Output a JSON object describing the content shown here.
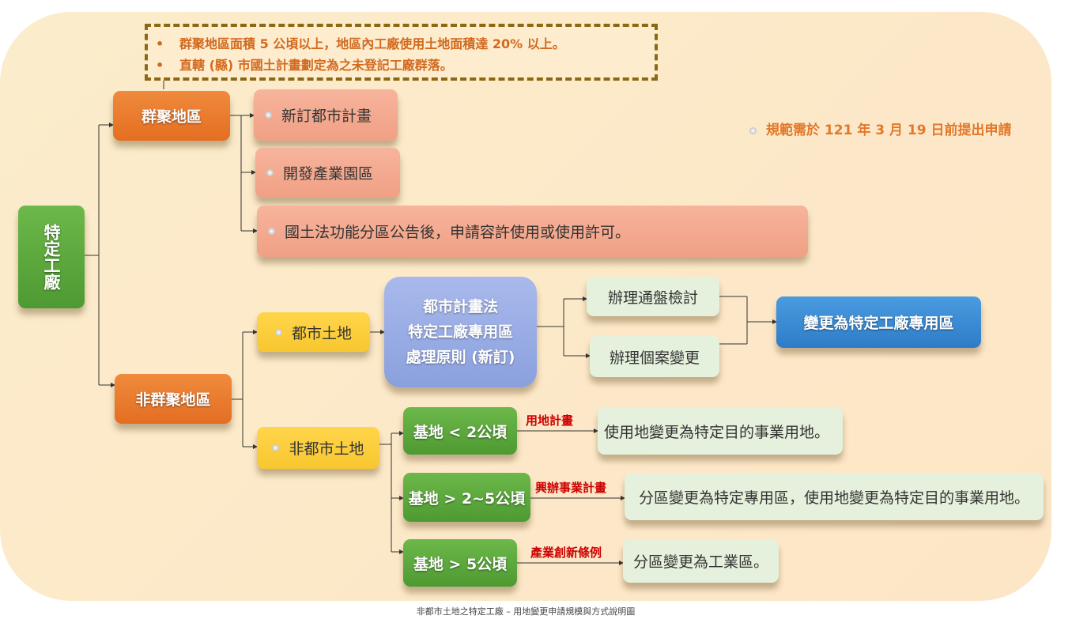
{
  "note": {
    "items": [
      "群聚地區面積 5 公頃以上，地區內工廠使用土地面積達 20% 以上。",
      "直轄 (縣) 市國土計畫劃定為之未登記工廠群落。"
    ],
    "bullet": "•"
  },
  "root": "特定工廠",
  "cluster": {
    "label": "群聚地區",
    "options": [
      "新訂都市計畫",
      "開發產業園區",
      "國土法功能分區公告後，申請容許使用或使用許可。"
    ],
    "deadline": "規範需於 121 年 3 月 19 日前提出申請"
  },
  "non_cluster": {
    "label": "非群聚地區",
    "urban": {
      "label": "都市土地",
      "principle": [
        "都市計畫法",
        "特定工廠專用區",
        "處理原則 (新訂)"
      ],
      "actions": [
        "辦理通盤檢討",
        "辦理個案變更"
      ],
      "result": "變更為特定工廠專用區"
    },
    "non_urban": {
      "label": "非都市土地",
      "rows": [
        {
          "size": "基地 < 2公頃",
          "via": "用地計畫",
          "result": "使用地變更為特定目的事業用地。"
        },
        {
          "size": "基地 > 2~5公頃",
          "via": "興辦事業計畫",
          "result": "分區變更為特定專用區，使用地變更為特定目的事業用地。"
        },
        {
          "size": "基地 > 5公頃",
          "via": "產業創新條例",
          "result": "分區變更為工業區。"
        }
      ]
    }
  },
  "caption": "非都市土地之特定工廠 – 用地變更申請規模與方式說明圖"
}
